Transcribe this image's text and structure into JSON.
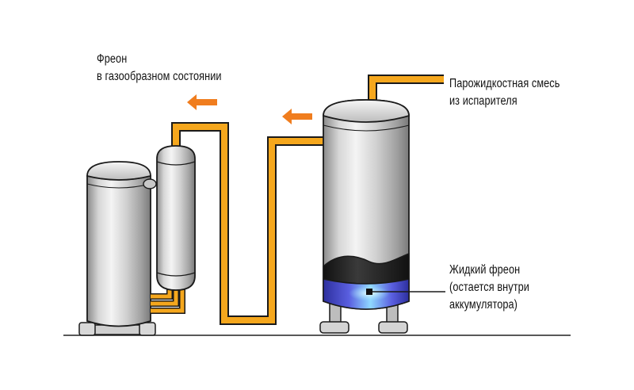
{
  "labels": {
    "freon_gas": {
      "line1": "Фреон",
      "line2": "в газообразном состоянии"
    },
    "vapor_mix": {
      "line1": "Парожидкостная смесь",
      "line2": "из испарителя"
    },
    "liquid_freon": {
      "line1": "Жидкий фреон",
      "line2": "(остается внутри",
      "line3": "аккумулятора)"
    }
  },
  "colors": {
    "pipe": "#f5a71d",
    "pipe_outline": "#1a1a1a",
    "arrow": "#f07d1e",
    "steel_light": "#eeeeee",
    "steel_dark": "#8e8e8e",
    "liquid": "#4a4fd0",
    "liquid_glow": "#b8f0ff"
  }
}
